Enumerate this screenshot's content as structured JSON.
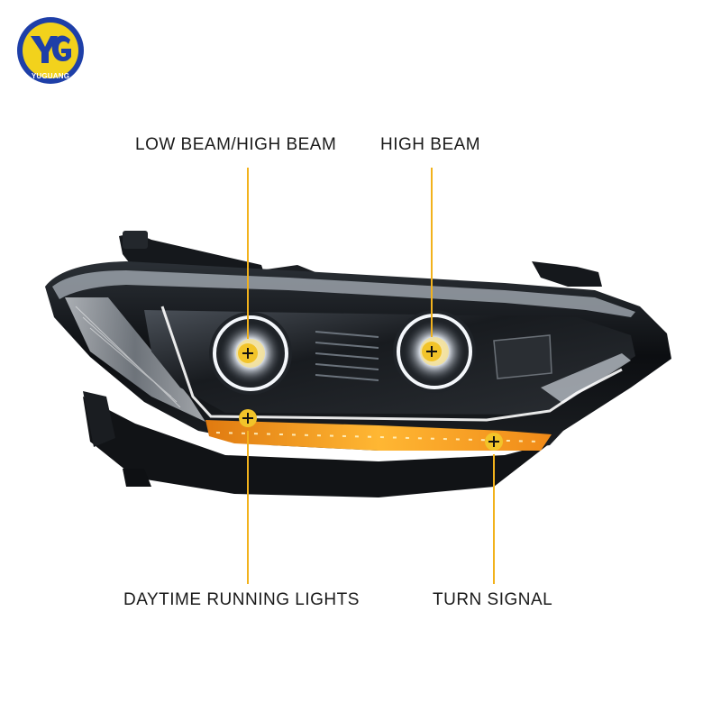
{
  "brand": {
    "name": "YUGUANG",
    "monogram": "YG",
    "colors": {
      "ring": "#1e3fa8",
      "fill": "#f2d21c",
      "accent": "#1e3fa8"
    }
  },
  "labels": {
    "low_high_beam": "LOW BEAM/HIGH BEAM",
    "high_beam": "HIGH BEAM",
    "daytime_running_lights": "DAYTIME RUNNING LIGHTS",
    "turn_signal": "TURN SIGNAL"
  },
  "colors": {
    "callout": "#f2b21c",
    "turn_signal_glow": "#f5a021",
    "housing": "#101317"
  },
  "icons": {
    "marker": "plus-marker-icon"
  }
}
